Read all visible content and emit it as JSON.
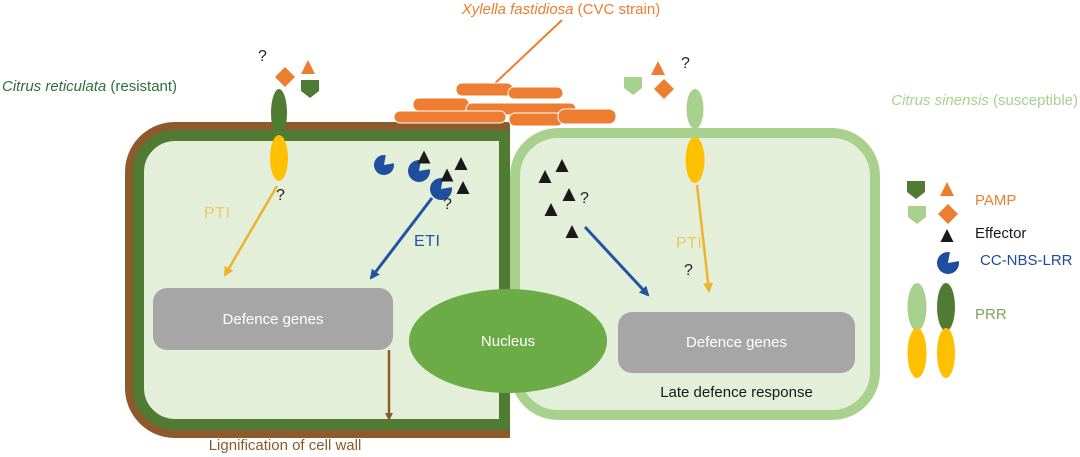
{
  "pathogen": {
    "name_italic": "Xylella fastidiosa",
    "name_suffix": " (CVC strain)"
  },
  "plants": {
    "resistant": {
      "species": "Citrus reticulata",
      "status": " (resistant)"
    },
    "susceptible": {
      "species": "Citrus sinensis",
      "status": " (susceptible)"
    }
  },
  "left_cell": {
    "pti_label": "PTI",
    "eti_label": "ETI",
    "defence_genes_label": "Defence genes",
    "lignification_label": "Lignification of cell wall"
  },
  "right_cell": {
    "pti_label": "PTI",
    "defence_genes_label": "Defence genes",
    "late_defence_label": "Late defence response"
  },
  "nucleus_label": "Nucleus",
  "question_mark": "?",
  "legend": {
    "pamp": {
      "label": "PAMP",
      "icons": [
        "dark-green-pentagon",
        "orange-triangle",
        "light-green-pentagon",
        "orange-diamond"
      ]
    },
    "effector": {
      "label": "Effector",
      "icon": "black-triangle"
    },
    "cc_nbs_lrr": {
      "label": "CC-NBS-LRR",
      "icon": "blue-pacman"
    },
    "prr": {
      "label": "PRR",
      "icon": "green-yellow-receptor-oval-pairs"
    }
  },
  "colors": {
    "orange": "#ED7D31",
    "brown_wall": "#8C5A2B",
    "dark_green_wall": "#4F7B32",
    "cell_fill": "#E3EFD9",
    "light_green": "#A9D18E",
    "nucleus_green": "#6BAC46",
    "receptor_yellow": "#FFC000",
    "arrow_yellow": "#EDB32C",
    "pti_text": "#EDC868",
    "blue": "#1F4E9E",
    "gray_box": "#A6A6A6",
    "resistant_text": "#2F7038",
    "prr_text": "#7FA358"
  }
}
